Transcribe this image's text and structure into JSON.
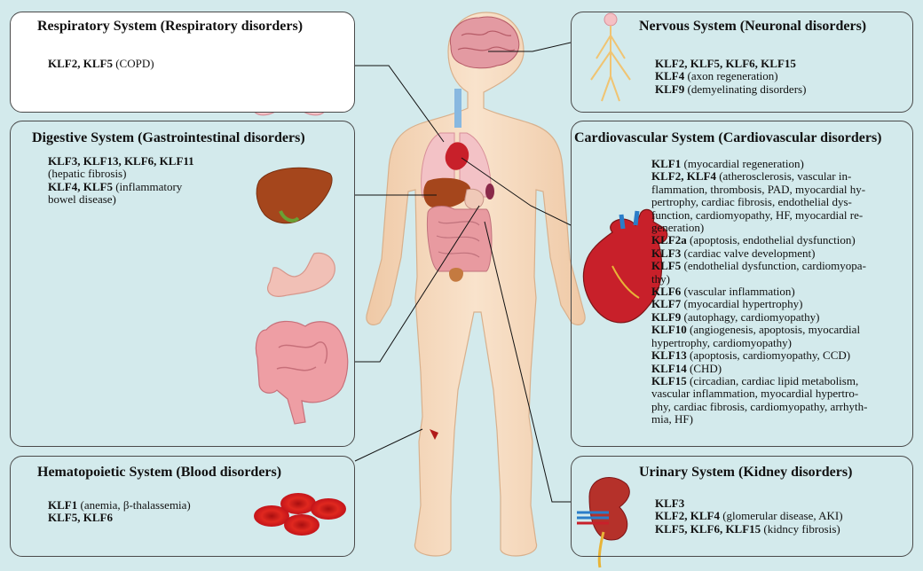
{
  "respiratory": {
    "title": "Respiratory System (Respiratory disorders)",
    "lines": [
      {
        "bold": "KLF2, KLF5",
        "text": " (COPD)"
      }
    ]
  },
  "digestive": {
    "title": "Digestive System (Gastrointestinal disorders)",
    "lines": [
      {
        "bold": "KLF3, KLF13, KLF6, KLF11",
        "text": ""
      },
      {
        "bold": "",
        "text": "(hepatic fibrosis)"
      },
      {
        "bold": "KLF4, KLF5",
        "text": " (inflammatory"
      },
      {
        "bold": "",
        "text": "bowel disease)"
      }
    ]
  },
  "hematopoietic": {
    "title": "Hematopoietic System (Blood disorders)",
    "lines": [
      {
        "bold": "KLF1",
        "text": " (anemia, β-thalassemia)"
      },
      {
        "bold": "KLF5, KLF6",
        "text": ""
      }
    ]
  },
  "nervous": {
    "title": "Nervous System (Neuronal disorders)",
    "lines": [
      {
        "bold": "KLF2, KLF5, KLF6, KLF15",
        "text": ""
      },
      {
        "bold": "KLF4",
        "text": " (axon regeneration)"
      },
      {
        "bold": "KLF9",
        "text": " (demyelinating disorders)"
      }
    ]
  },
  "cardiovascular": {
    "title": "Cardiovascular System (Cardiovascular disorders)",
    "lines": [
      {
        "bold": "KLF1",
        "text": " (myocardial regeneration)"
      },
      {
        "bold": "KLF2, KLF4",
        "text": " (atherosclerosis, vascular in-"
      },
      {
        "bold": "",
        "text": "flammation, thrombosis, PAD, myocardial hy-"
      },
      {
        "bold": "",
        "text": "pertrophy, cardiac fibrosis, endothelial dys-"
      },
      {
        "bold": "",
        "text": "function, cardiomyopathy, HF, myocardial re-"
      },
      {
        "bold": "",
        "text": "generation)"
      },
      {
        "bold": "KLF2a",
        "text": " (apoptosis, endothelial dysfunction)"
      },
      {
        "bold": "KLF3",
        "text": " (cardiac valve development)"
      },
      {
        "bold": "KLF5",
        "text": " (endothelial dysfunction, cardiomyopa-"
      },
      {
        "bold": "",
        "text": "thy)"
      },
      {
        "bold": "KLF6",
        "text": " (vascular inflammation)"
      },
      {
        "bold": "KLF7",
        "text": " (myocardial hypertrophy)"
      },
      {
        "bold": "KLF9",
        "text": " (autophagy, cardiomyopathy)"
      },
      {
        "bold": "KLF10",
        "text": " (angiogenesis, apoptosis, myocardial"
      },
      {
        "bold": "",
        "text": "hypertrophy, cardiomyopathy)"
      },
      {
        "bold": "KLF13",
        "text": " (apoptosis, cardiomyopathy, CCD)"
      },
      {
        "bold": "KLF14",
        "text": " (CHD)"
      },
      {
        "bold": "KLF15",
        "text": " (circadian, cardiac lipid metabolism,"
      },
      {
        "bold": "",
        "text": "vascular inflammation, myocardial hypertro-"
      },
      {
        "bold": "",
        "text": "phy, cardiac fibrosis, cardiomyopathy, arrhyth-"
      },
      {
        "bold": "",
        "text": "mia, HF)"
      }
    ]
  },
  "urinary": {
    "title": "Urinary System (Kidney disorders)",
    "lines": [
      {
        "bold": "KLF3",
        "text": ""
      },
      {
        "bold": "KLF2, KLF4",
        "text": " (glomerular disease, AKI)"
      },
      {
        "bold": "KLF5, KLF6, KLF15",
        "text": " (kidncy fibrosis)"
      }
    ]
  },
  "colors": {
    "background": "#d3eaec",
    "skin": "#f6dcc2",
    "heart": "#c8202a",
    "liver": "#a5461c",
    "blood_cell": "#d9231e"
  }
}
